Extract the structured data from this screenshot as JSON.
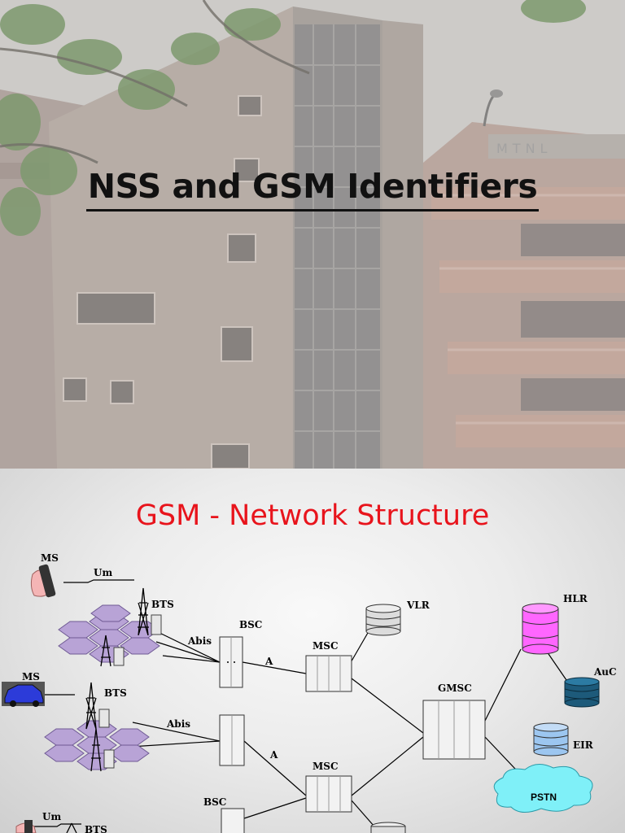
{
  "slide1": {
    "title": "NSS and  GSM  Identifiers",
    "sign_text": "MTNL"
  },
  "slide2": {
    "title": "GSM  - Network Structure",
    "labels": {
      "ms_top": "MS",
      "um_top": "Um",
      "bts_top": "BTS",
      "abis_top": "Abis",
      "bsc_top": "BSC",
      "a_top": "A",
      "msc_top": "MSC",
      "vlr": "VLR",
      "hlr": "HLR",
      "auc": "AuC",
      "gmsc": "GMSC",
      "eir": "EIR",
      "pstn": "PSTN",
      "ms_mid": "MS",
      "bts_mid": "BTS",
      "abis_mid": "Abis",
      "a_mid": "A",
      "msc_mid": "MSC",
      "bsc_bottom": "BSC",
      "um_bottom": "Um",
      "bts_bottom": "BTS"
    },
    "colors": {
      "title": "#e8141c",
      "hex_cells": "#b8a3d6",
      "hlr": "#ff66ff",
      "auc": "#1d5a7a",
      "eir": "#9cc6f0",
      "vlr": "#dcdcdc",
      "pstn": "#7ff0f8"
    }
  }
}
